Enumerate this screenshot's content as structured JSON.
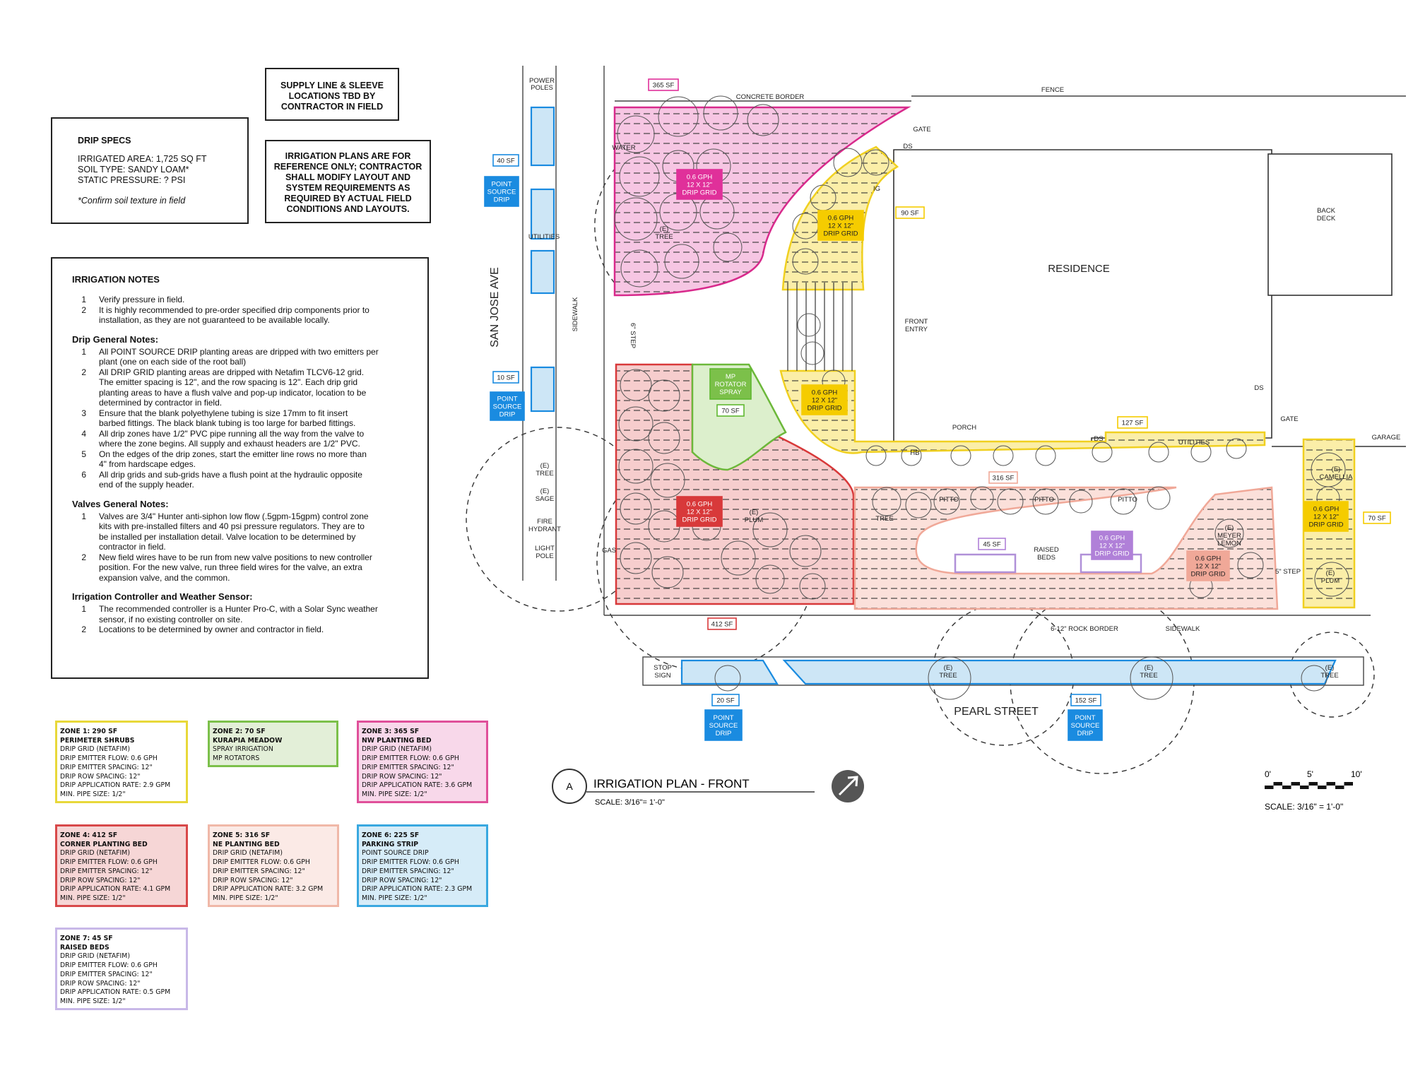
{
  "notes_top": {
    "supply": [
      "SUPPLY LINE & SLEEVE",
      "LOCATIONS TBD BY",
      "CONTRACTOR IN FIELD"
    ],
    "reference": [
      "IRRIGATION PLANS ARE FOR",
      "REFERENCE ONLY; CONTRACTOR",
      "SHALL MODIFY LAYOUT AND",
      "SYSTEM REQUIREMENTS AS",
      "REQUIRED BY ACTUAL FIELD",
      "CONDITIONS AND LAYOUTS."
    ]
  },
  "drip_specs": {
    "title": "DRIP SPECS",
    "area": "IRRIGATED AREA: 1,725 SQ FT",
    "soil": "SOIL TYPE: SANDY LOAM*",
    "pressure": "STATIC PRESSURE: ? PSI",
    "footnote": "*Confirm soil texture in field"
  },
  "irrigation_notes": {
    "title": "IRRIGATION NOTES",
    "general": [
      {
        "n": "1",
        "lines": [
          "Verify pressure in field."
        ]
      },
      {
        "n": "2",
        "lines": [
          "It is highly recommended to pre-order specified drip components prior to",
          "installation, as they are not guaranteed to be available locally."
        ]
      }
    ],
    "drip_title": "Drip General Notes:",
    "drip": [
      {
        "n": "1",
        "lines": [
          "All POINT SOURCE DRIP planting areas are dripped with two emitters per",
          "plant (one on each side of the root ball)"
        ]
      },
      {
        "n": "2",
        "lines": [
          "All DRIP GRID planting areas are dripped with Netafim TLCV6-12 grid.",
          "The emitter spacing is 12\", and the row spacing is 12\". Each drip grid",
          "planting areas to have a flush valve and pop-up indicator, location to be",
          "determined by contractor in field."
        ]
      },
      {
        "n": "3",
        "lines": [
          "Ensure that the blank polyethylene tubing is size 17mm to fit insert",
          "barbed fittings. The black blank tubing is too large for barbed fittings."
        ]
      },
      {
        "n": "4",
        "lines": [
          "All drip zones have 1/2\" PVC pipe running all the way from the valve to",
          "where the zone begins. All supply and exhaust headers are 1/2\" PVC."
        ]
      },
      {
        "n": "5",
        "lines": [
          "On the edges of the drip zones, start the emitter line rows no more than",
          "4\" from hardscape edges."
        ]
      },
      {
        "n": "6",
        "lines": [
          "All drip grids and sub-grids have a flush point at the hydraulic opposite",
          "end of the supply header."
        ]
      }
    ],
    "valves_title": "Valves General Notes:",
    "valves": [
      {
        "n": "1",
        "lines": [
          "Valves are 3/4\" Hunter anti-siphon low flow (.5gpm-15gpm) control zone",
          "kits with pre-installed filters and 40 psi pressure regulators. They are to",
          "be installed per installation detail. Valve location to be determined by",
          "contractor in field."
        ]
      },
      {
        "n": "2",
        "lines": [
          "New field wires have to be run from new valve positions to new controller",
          "position. For the new valve, run three field wires for the valve, an extra",
          "expansion valve, and the common."
        ]
      }
    ],
    "controller_title": "Irrigation Controller and Weather Sensor:",
    "controller": [
      {
        "n": "1",
        "lines": [
          "The recommended controller is a Hunter Pro-C, with a Solar Sync weather",
          "sensor, if no existing controller on site."
        ]
      },
      {
        "n": "2",
        "lines": [
          "Locations to be determined by owner and contractor in field."
        ]
      }
    ]
  },
  "zones": [
    {
      "title": "ZONE 1: 290 SF",
      "name": "PERIMETER SHRUBS",
      "border": "#e8d83a",
      "bg": "#ffffff",
      "lines": [
        "DRIP GRID (NETAFIM)",
        "DRIP EMITTER FLOW: 0.6 GPH",
        "DRIP EMITTER SPACING: 12\"",
        "DRIP ROW SPACING: 12\"",
        "DRIP APPLICATION RATE: 2.9 GPM",
        "MIN. PIPE SIZE: 1/2\""
      ]
    },
    {
      "title": "ZONE 2: 70 SF",
      "name": "KURAPIA MEADOW",
      "border": "#7cc04a",
      "bg": "#e3efd8",
      "lines": [
        "SPRAY IRRIGATION",
        "MP ROTATORS"
      ]
    },
    {
      "title": "ZONE 3: 365 SF",
      "name": "NW PLANTING BED",
      "border": "#e0509a",
      "bg": "#f8d8ea",
      "lines": [
        "DRIP GRID (NETAFIM)",
        "DRIP EMITTER FLOW: 0.6 GPH",
        "DRIP EMITTER SPACING: 12\"",
        "DRIP ROW SPACING: 12\"",
        "DRIP APPLICATION RATE: 3.6 GPM",
        "MIN. PIPE SIZE: 1/2\""
      ]
    },
    {
      "title": "ZONE 4: 412 SF",
      "name": "CORNER PLANTING BED",
      "border": "#d8494a",
      "bg": "#f6d6d6",
      "lines": [
        "DRIP GRID (NETAFIM)",
        "DRIP EMITTER FLOW: 0.6 GPH",
        "DRIP EMITTER SPACING: 12\"",
        "DRIP ROW SPACING: 12\"",
        "DRIP APPLICATION RATE: 4.1 GPM",
        "MIN. PIPE SIZE: 1/2\""
      ]
    },
    {
      "title": "ZONE 5: 316 SF",
      "name": "NE PLANTING BED",
      "border": "#f0b8a8",
      "bg": "#fbeae6",
      "lines": [
        "DRIP GRID (NETAFIM)",
        "DRIP EMITTER FLOW: 0.6 GPH",
        "DRIP EMITTER SPACING: 12\"",
        "DRIP ROW SPACING: 12\"",
        "DRIP APPLICATION RATE: 3.2 GPM",
        "MIN. PIPE SIZE: 1/2\""
      ]
    },
    {
      "title": "ZONE 6: 225 SF",
      "name": "PARKING STRIP",
      "border": "#39a8e0",
      "bg": "#d6ecf8",
      "lines": [
        "POINT SOURCE DRIP",
        "DRIP EMITTER FLOW: 0.6 GPH",
        "DRIP EMITTER SPACING: 12\"",
        "DRIP ROW SPACING: 12\"",
        "DRIP APPLICATION RATE: 2.3 GPM",
        "MIN. PIPE SIZE: 1/2\""
      ]
    },
    {
      "title": "ZONE 7: 45 SF",
      "name": "RAISED BEDS",
      "border": "#c8b8e8",
      "bg": "#ffffff",
      "lines": [
        "DRIP GRID (NETAFIM)",
        "DRIP EMITTER FLOW: 0.6 GPH",
        "DRIP EMITTER SPACING: 12\"",
        "DRIP ROW SPACING: 12\"",
        "DRIP APPLICATION RATE: 0.5 GPM",
        "MIN. PIPE SIZE: 1/2\""
      ]
    }
  ],
  "plan": {
    "streets": {
      "san_jose": "SAN JOSE AVE",
      "pearl": "PEARL STREET"
    },
    "labels": {
      "power_poles": [
        "POWER",
        "POLES"
      ],
      "utilities_left": "UTILITIES",
      "sidewalk_v": "SIDEWALK",
      "step6": "6\" STEP",
      "tree": [
        "(E)",
        "TREE"
      ],
      "sage": [
        "(E)",
        "SAGE"
      ],
      "fire_hydrant": [
        "FIRE",
        "HYDRANT"
      ],
      "light_pole": [
        "LIGHT",
        "POLE"
      ],
      "gas": "GAS",
      "water": "WATER",
      "concrete_border": "CONCRETE BORDER",
      "fence": "FENCE",
      "gate": "GATE",
      "ds": "DS",
      "ig": "IG",
      "residence": "RESIDENCE",
      "front_entry": [
        "FRONT",
        "ENTRY"
      ],
      "back_deck": [
        "BACK",
        "DECK"
      ],
      "porch": "PORCH",
      "hb": "HB",
      "utilities_right": "UTILITIES",
      "garage": "GARAGE",
      "camellia": [
        "(E)",
        "CAMELLIA"
      ],
      "plum": [
        "(E)",
        "PLUM"
      ],
      "e_tree": [
        "(E)",
        "TREE"
      ],
      "pitto": "PITTO",
      "tree_plain": "TREE",
      "meyer_lemon": [
        "(E)",
        "MEYER",
        "LEMON"
      ],
      "raised_beds": [
        "RAISED",
        "BEDS"
      ],
      "step5": "5\" STEP",
      "rock_border": "6-12\" ROCK BORDER",
      "sidewalk_h": "SIDEWALK",
      "stop_sign": [
        "STOP",
        "SIGN"
      ]
    },
    "drip_grid": [
      "0.6 GPH",
      "12 X 12\"",
      "DRIP GRID"
    ],
    "mp_rotator": [
      "MP",
      "ROTATOR",
      "SPRAY"
    ],
    "point_source": [
      "POINT",
      "SOURCE",
      "DRIP"
    ],
    "areas": {
      "a365": "365 SF",
      "a40": "40 SF",
      "a10": "10 SF",
      "a90": "90 SF",
      "a70": "70 SF",
      "a127": "127 SF",
      "a316": "316 SF",
      "a45": "45 SF",
      "a70r": "70 SF",
      "a412": "412 SF",
      "a20": "20 SF",
      "a152": "152 SF"
    }
  },
  "title_block": {
    "marker": "A",
    "title": "IRRIGATION PLAN  - FRONT",
    "scale": "SCALE: 3/16\"= 1'-0\"",
    "bar_ticks": [
      "0'",
      "5'",
      "10'"
    ],
    "bar_scale": "SCALE: 3/16\" = 1'-0\""
  },
  "colors": {
    "yellow": "#f5cc00",
    "magenta": "#e0309a",
    "red": "#d8393a",
    "green": "#5fb830",
    "salmon": "#f0a898",
    "purple": "#b080d8",
    "blue": "#1a8be0"
  }
}
